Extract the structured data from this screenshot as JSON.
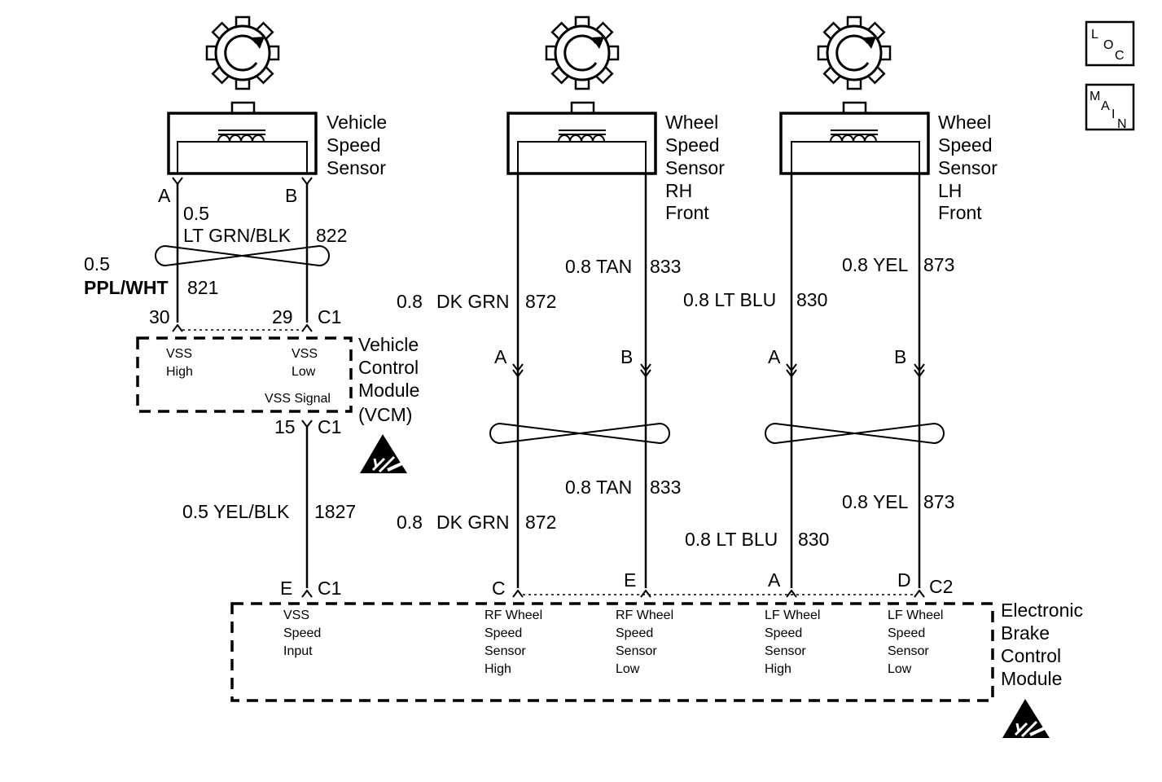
{
  "icons": {
    "loc": {
      "l1": "L",
      "l2": "O",
      "l3": "C"
    },
    "main": {
      "l1": "M",
      "l2": "A",
      "l3": "I",
      "l4": "N"
    }
  },
  "vss_sensor": {
    "line1": "Vehicle",
    "line2": "Speed",
    "line3": "Sensor"
  },
  "rh_sensor": {
    "line1": "Wheel",
    "line2": "Speed",
    "line3": "Sensor",
    "line4": "RH",
    "line5": "Front"
  },
  "lh_sensor": {
    "line1": "Wheel",
    "line2": "Speed",
    "line3": "Sensor",
    "line4": "LH",
    "line5": "Front"
  },
  "vss_pins": {
    "a": "A",
    "b": "B"
  },
  "vss_wires": {
    "w822_size": "0.5",
    "w822_label": "LT GRN/BLK",
    "w822_circuit": "822",
    "w821_size": "0.5",
    "w821_label": "PPL/WHT",
    "w821_circuit": "821"
  },
  "vcm": {
    "pin30": "30",
    "pin29": "29",
    "conn_top": "C1",
    "vss_high_1": "VSS",
    "vss_high_2": "High",
    "vss_low_1": "VSS",
    "vss_low_2": "Low",
    "vss_signal": "VSS Signal",
    "name1": "Vehicle",
    "name2": "Control",
    "name3": "Module",
    "name4": "(VCM)",
    "pin15": "15",
    "conn_bottom": "C1"
  },
  "w1827": {
    "label": "0.5 YEL/BLK",
    "circuit": "1827"
  },
  "rh_wires": {
    "tan_upper_label": "0.8 TAN",
    "tan_upper_circuit": "833",
    "dkgrn_upper_size": "0.8",
    "dkgrn_upper_label": "DK GRN",
    "dkgrn_upper_circuit": "872",
    "pin_a": "A",
    "pin_b": "B",
    "tan_lower_label": "0.8 TAN",
    "tan_lower_circuit": "833",
    "dkgrn_lower_size": "0.8",
    "dkgrn_lower_label": "DK GRN",
    "dkgrn_lower_circuit": "872"
  },
  "lh_wires": {
    "yel_upper_label": "0.8 YEL",
    "yel_upper_circuit": "873",
    "ltblu_upper_label": "0.8 LT BLU",
    "ltblu_upper_circuit": "830",
    "pin_a": "A",
    "pin_b": "B",
    "yel_lower_label": "0.8 YEL",
    "yel_lower_circuit": "873",
    "ltblu_lower_label": "0.8 LT BLU",
    "ltblu_lower_circuit": "830"
  },
  "ebcm": {
    "pin_e_left": "E",
    "conn_c1": "C1",
    "pin_c": "C",
    "pin_e": "E",
    "pin_a": "A",
    "pin_d": "D",
    "conn_c2": "C2",
    "vss_1": "VSS",
    "vss_2": "Speed",
    "vss_3": "Input",
    "rfh_1": "RF Wheel",
    "rfh_2": "Speed",
    "rfh_3": "Sensor",
    "rfh_4": "High",
    "rfl_1": "RF Wheel",
    "rfl_2": "Speed",
    "rfl_3": "Sensor",
    "rfl_4": "Low",
    "lfh_1": "LF Wheel",
    "lfh_2": "Speed",
    "lfh_3": "Sensor",
    "lfh_4": "High",
    "lfl_1": "LF Wheel",
    "lfl_2": "Speed",
    "lfl_3": "Sensor",
    "lfl_4": "Low",
    "name1": "Electronic",
    "name2": "Brake",
    "name3": "Control",
    "name4": "Module"
  }
}
